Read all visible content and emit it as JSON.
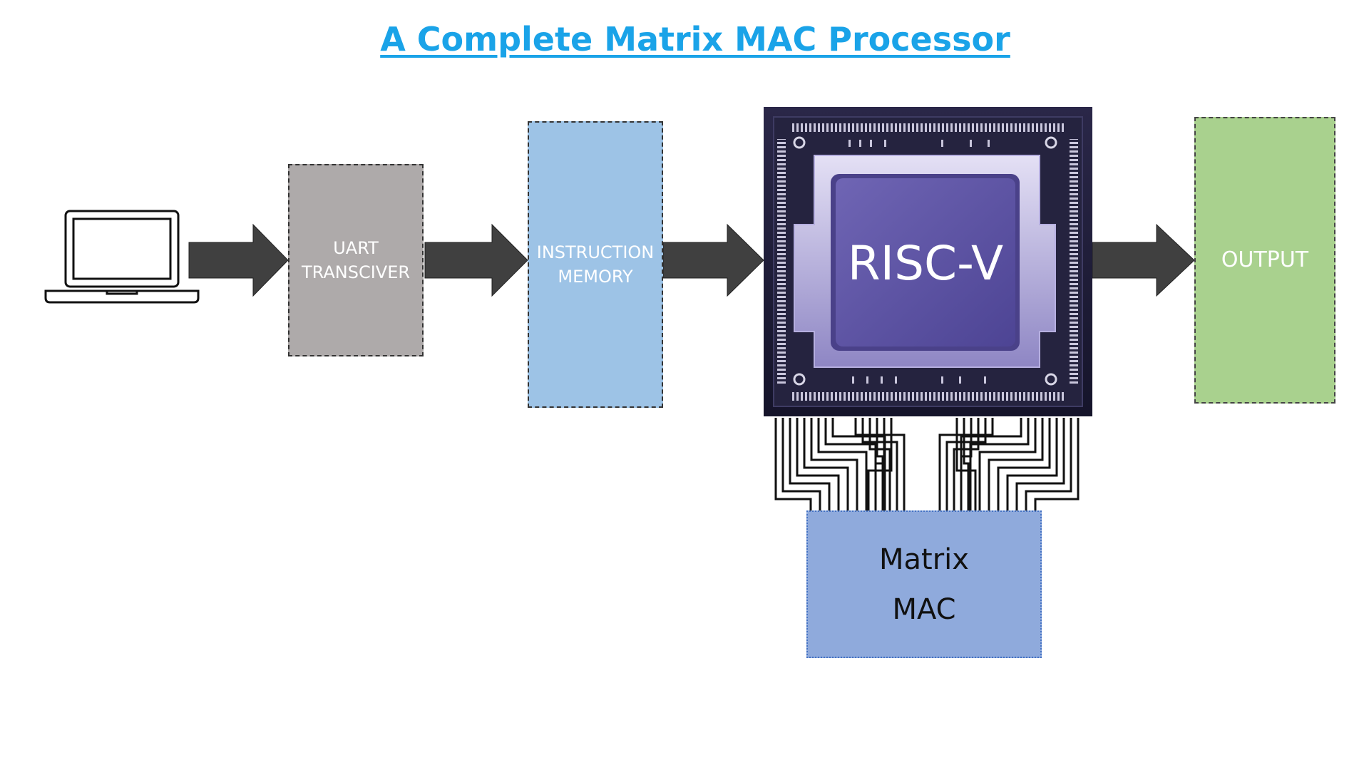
{
  "title": "A Complete Matrix MAC Processor",
  "nodes": {
    "laptop": {
      "icon": "laptop-icon"
    },
    "uart": {
      "line1": "UART",
      "line2": "TRANSCIVER",
      "color": "#aeaaaa"
    },
    "instruction_memory": {
      "line1": "INSTRUCTION",
      "line2": "MEMORY",
      "color": "#9dc3e6"
    },
    "cpu": {
      "label": "RISC-V",
      "icon": "processor-chip-icon"
    },
    "output": {
      "label": "OUTPUT",
      "color": "#a9d18e"
    },
    "matrix_mac": {
      "line1": "Matrix",
      "line2": "MAC",
      "color": "#8faadc"
    }
  },
  "edges": [
    {
      "from": "laptop",
      "to": "uart"
    },
    {
      "from": "uart",
      "to": "instruction_memory"
    },
    {
      "from": "instruction_memory",
      "to": "cpu"
    },
    {
      "from": "cpu",
      "to": "output"
    },
    {
      "from": "cpu",
      "to": "matrix_mac",
      "style": "bus-lines"
    }
  ],
  "colors": {
    "title": "#1aa3e8",
    "arrow": "#404040",
    "chip_bg": "#1f1d3a"
  }
}
